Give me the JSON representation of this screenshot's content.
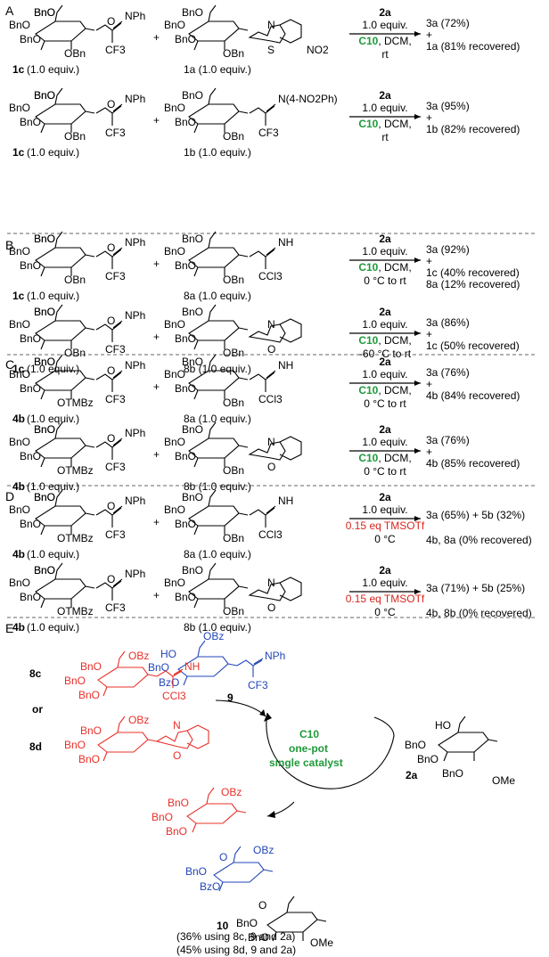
{
  "sections": {
    "A": "A",
    "B": "B",
    "C": "C",
    "D": "D",
    "E": "E"
  },
  "donors": {
    "1c": {
      "label": "1c",
      "note": " (1.0 equiv.)"
    },
    "4b": {
      "label": "4b",
      "note": " (1.0 equiv.)"
    }
  },
  "groups": {
    "BnO": "BnO",
    "OBn": "OBn",
    "OBz": "OBz",
    "BzO": "BzO",
    "OTMBz": "OTMBz",
    "HO": "HO",
    "OMe": "OMe",
    "NPh": "NPh",
    "NH": "NH",
    "N": "N",
    "O": "O",
    "S": "S",
    "CF3": "CF3",
    "CCl3": "CCl3",
    "NO2": "NO2",
    "N4NO2Ph": "N(4-NO2Ph)",
    "plus": "+"
  },
  "reactions": [
    {
      "acceptor": "1a (1.0 equiv.)",
      "cond": [
        "2a",
        "1.0 equiv.",
        "C10, DCM,",
        "rt"
      ],
      "prod": [
        "3a (72%)",
        "+",
        "1a (81% recovered)"
      ]
    },
    {
      "acceptor": "1b (1.0 equiv.)",
      "cond": [
        "2a",
        "1.0 equiv.",
        "C10, DCM,",
        "rt"
      ],
      "prod": [
        "3a (95%)",
        "+",
        "1b (82% recovered)"
      ]
    },
    {
      "acceptor": "8a (1.0 equiv.)",
      "cond": [
        "2a",
        "1.0 equiv.",
        "C10, DCM,",
        "0 °C to rt"
      ],
      "prod": [
        "3a (92%)",
        "+",
        "1c (40% recovered)",
        "8a (12% recovered)"
      ]
    },
    {
      "acceptor": "8b (1.0 equiv.)",
      "cond": [
        "2a",
        "1.0 equiv.",
        "C10, DCM,",
        "-60 °C to rt"
      ],
      "prod": [
        "3a (86%)",
        "+",
        "1c (50% recovered)"
      ]
    },
    {
      "acceptor": "8a (1.0 equiv.)",
      "cond": [
        "2a",
        "1.0 equiv.",
        "C10, DCM,",
        "0 °C to rt"
      ],
      "prod": [
        "3a (76%)",
        "+",
        "4b (84% recovered)"
      ]
    },
    {
      "acceptor": "8b (1.0 equiv.)",
      "cond": [
        "2a",
        "1.0 equiv.",
        "C10, DCM,",
        "0 °C to rt"
      ],
      "prod": [
        "3a (76%)",
        "+",
        "4b (85% recovered)"
      ]
    },
    {
      "acceptor": "8a (1.0 equiv.)",
      "cond": [
        "2a",
        "1.0 equiv.",
        "0.15 eq TMSOTf",
        "0 °C"
      ],
      "prod": [
        "3a (65%) + 5b (32%)",
        "4b, 8a (0% recovered)"
      ]
    },
    {
      "acceptor": "8b (1.0 equiv.)",
      "cond": [
        "2a",
        "1.0 equiv.",
        "0.15 eq TMSOTf",
        "0 °C"
      ],
      "prod": [
        "3a (71%) + 5b (25%)",
        "4b, 8b (0% recovered)"
      ]
    }
  ],
  "panelE": {
    "c8c": "8c",
    "or": "or",
    "c8d": "8d",
    "c9": "9",
    "c2a": "2a",
    "catalyst": [
      "C10",
      "one-pot",
      "single catalyst"
    ],
    "c10": "10",
    "yields": [
      "(36% using 8c, 9 and 2a)",
      "(45% using 8d, 9 and 2a)"
    ]
  }
}
